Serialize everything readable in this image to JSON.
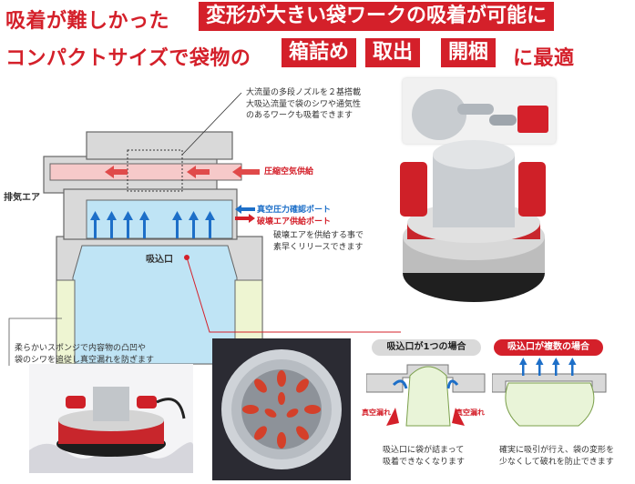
{
  "headline": {
    "line1_prefix": "吸着が難しかった",
    "line1_box": "変形が大きい袋ワークの吸着が可能に",
    "line2_prefix": "コンパクトサイズで袋物の",
    "tags": [
      "箱詰め",
      "取出",
      "開梱"
    ],
    "line2_suffix": "に最適"
  },
  "diagram": {
    "nozzle_note": [
      "大流量の多段ノズルを２基搭載",
      "大吸込流量で袋のシワや通気性",
      "のあるワークも吸着できます"
    ],
    "exhaust_label": "排気エア",
    "compressed_air_label": "圧縮空気供給",
    "vacuum_port_label": "真空圧力確認ポート",
    "break_air_label": "破壊エア供給ポート",
    "release_note": [
      "破壊エアを供給する事で",
      "素早くリリースできます"
    ],
    "suction_port_label": "吸込口",
    "sponge_note": [
      "柔らかいスポンジで内容物の凸凹や",
      "袋のシワを追従し真空漏れを防ぎます"
    ]
  },
  "comparison": {
    "single": {
      "title": "吸込口が1つの場合",
      "leak_left": "真空漏れ",
      "leak_right": "真空漏れ",
      "caption": [
        "吸込口に袋が詰まって",
        "吸着できなくなります"
      ]
    },
    "multi": {
      "title": "吸込口が複数の場合",
      "caption": [
        "確実に吸引が行え、袋の変形を",
        "少なくして破れを防止できます"
      ]
    }
  },
  "colors": {
    "accent": "#d4202a",
    "blue": "#1d6fc8",
    "light_blue": "#bfe4f5"
  }
}
